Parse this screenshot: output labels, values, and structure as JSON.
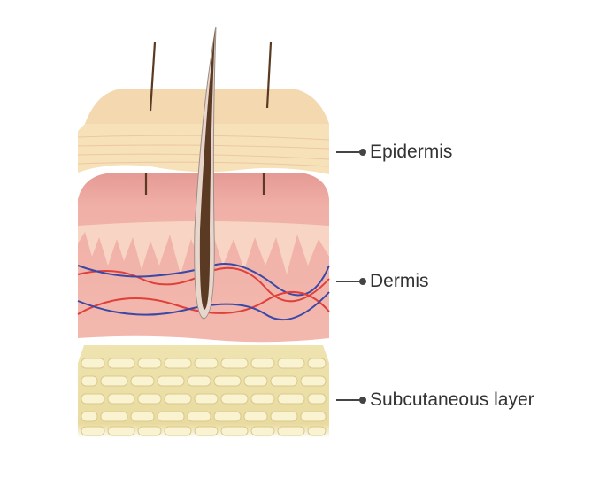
{
  "labels": {
    "epidermis": "Epidermis",
    "dermis": "Dermis",
    "subcutaneous": "Subcutaneous layer"
  },
  "colors": {
    "epidermis": "#f6e1b8",
    "dermis": "#f1b3aa",
    "subcutaneous": "#efe2a8",
    "artery": "#e0403a",
    "vein": "#3a48a8",
    "hair": "#5a3a22"
  }
}
